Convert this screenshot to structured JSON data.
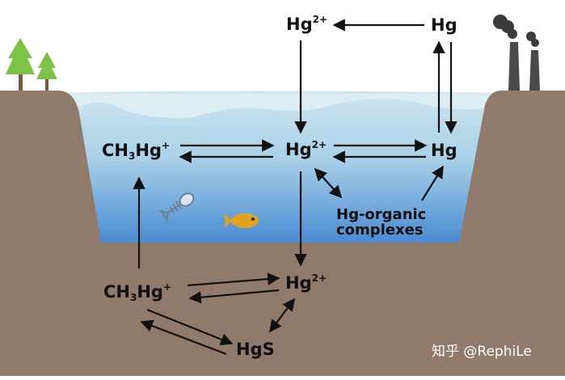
{
  "colors": {
    "sediment": "#8f7a6c",
    "sky": "#ffffff",
    "water_top": "#c9e3ee",
    "water_bottom": "#4a8bd2",
    "surface_wave": "#dbeef5",
    "tree": "#7cc247",
    "trunk": "#7a5a3f",
    "factory": "#4a4a4a",
    "smoke": "#3b3b3b",
    "fish": "#e0a21f",
    "arrow": "#111111"
  },
  "species": {
    "atm_hg2": {
      "main": "Hg",
      "sup": "2+"
    },
    "atm_hg": {
      "main": "Hg"
    },
    "water_mehg": {
      "pre": "CH",
      "sub": "3",
      "main": "Hg",
      "sup": "+"
    },
    "water_hg2": {
      "main": "Hg",
      "sup": "2+"
    },
    "water_hg": {
      "main": "Hg"
    },
    "organic": {
      "line1": "Hg-organic",
      "line2": "complexes"
    },
    "sed_mehg": {
      "pre": "CH",
      "sub": "3",
      "main": "Hg",
      "sup": "+"
    },
    "sed_hg2": {
      "main": "Hg",
      "sup": "2+"
    },
    "sed_hgs": {
      "main": "HgS"
    }
  },
  "icons": [
    "tree-icon",
    "factory-icon",
    "smoke-icon",
    "fish-icon",
    "fish-skeleton-icon"
  ],
  "watermark": "知乎 @RephiLe"
}
